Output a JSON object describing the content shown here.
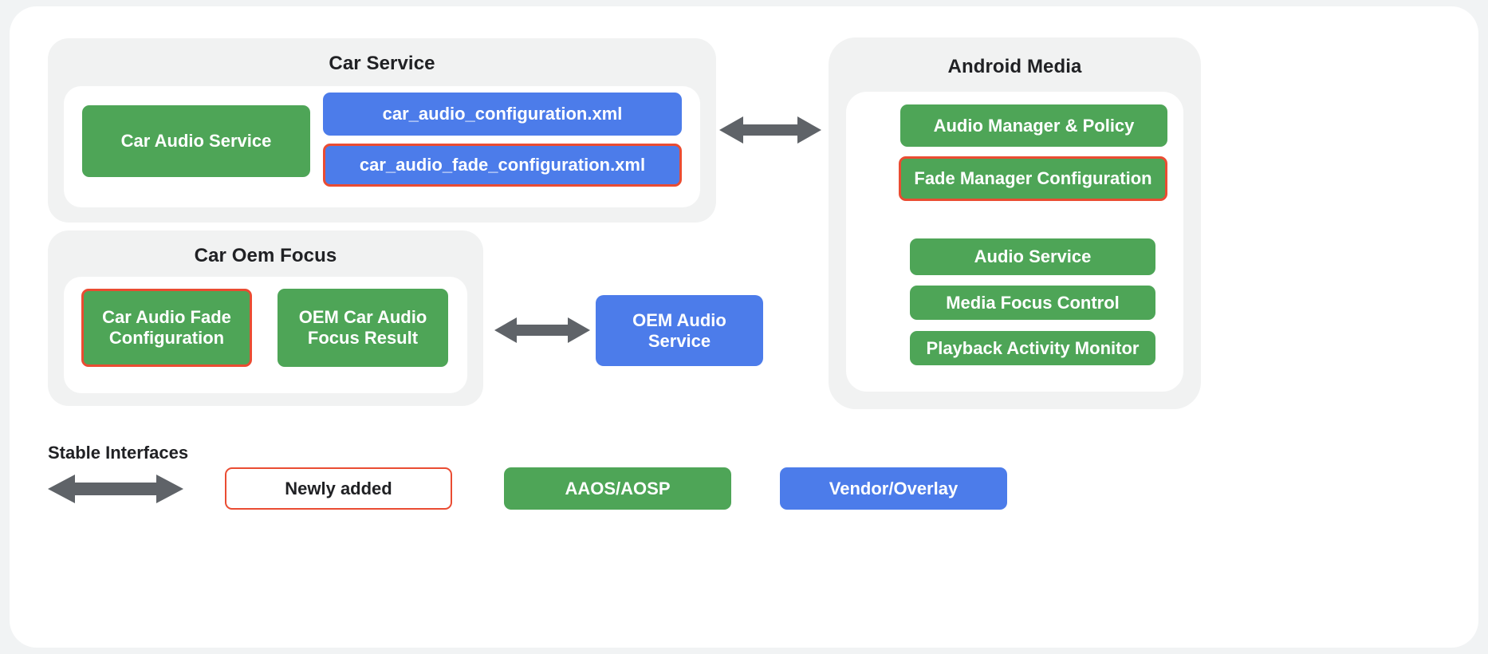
{
  "colors": {
    "page_background": "#f1f3f4",
    "card_background": "#ffffff",
    "group_panel": "#f1f2f2",
    "green": "#4ea557",
    "blue": "#4c7cea",
    "highlight_outline": "#ea4c32",
    "arrow": "#5f6368",
    "text_dark": "#202124",
    "text_light": "#ffffff"
  },
  "groups": {
    "car_service": {
      "title": "Car Service",
      "nodes": {
        "car_audio_service": "Car Audio Service",
        "car_audio_configuration_xml": "car_audio_configuration.xml",
        "car_audio_fade_configuration_xml": "car_audio_fade_configuration.xml"
      }
    },
    "car_oem_focus": {
      "title": "Car Oem Focus",
      "nodes": {
        "car_audio_fade_configuration": "Car Audio Fade Configuration",
        "oem_car_audio_focus_result": "OEM Car Audio Focus Result"
      }
    },
    "android_media": {
      "title": "Android Media",
      "nodes": {
        "audio_manager_policy": "Audio Manager & Policy",
        "fade_manager_configuration": "Fade Manager Configuration",
        "audio_service": "Audio Service",
        "media_focus_control": "Media Focus Control",
        "playback_activity_monitor": "Playback Activity Monitor"
      }
    }
  },
  "standalone": {
    "oem_audio_service": "OEM Audio\nService"
  },
  "arrows": {
    "car_service_to_android_media": "stable-interface-arrow",
    "car_oem_focus_to_oem_audio_service": "stable-interface-arrow",
    "legend_arrow": "stable-interface-arrow"
  },
  "legend": {
    "stable_interfaces_label": "Stable Interfaces",
    "newly_added": "Newly added",
    "aaos_aosp": "AAOS/AOSP",
    "vendor_overlay": "Vendor/Overlay"
  }
}
